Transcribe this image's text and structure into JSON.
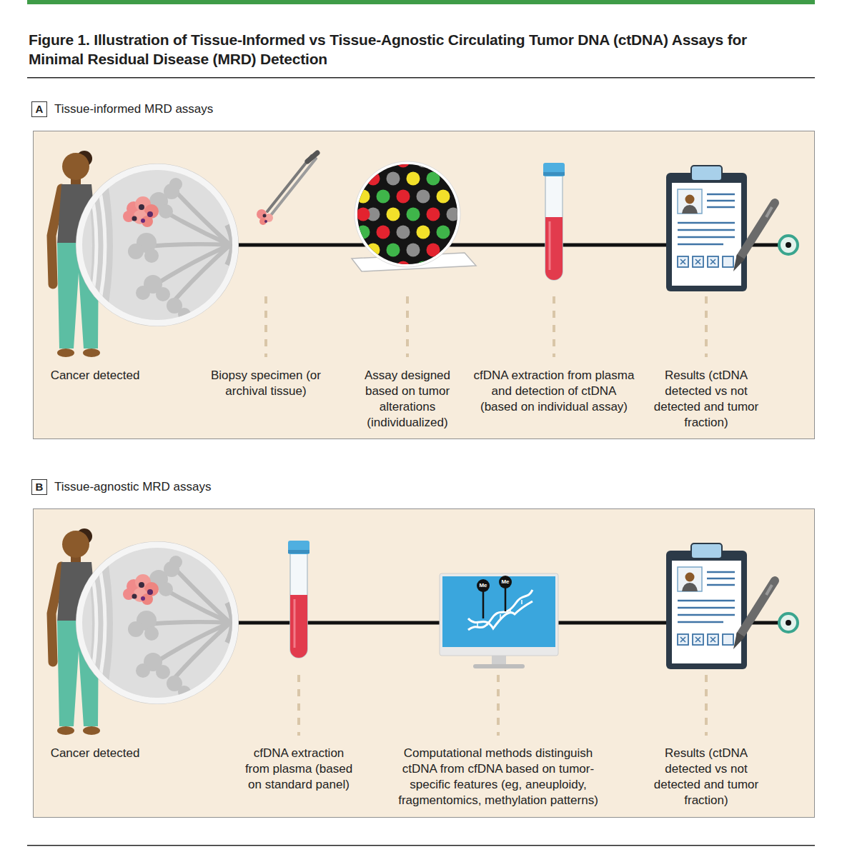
{
  "diagram": {
    "title": "Figure 1. Illustration of Tissue-Informed vs Tissue-Agnostic Circulating Tumor DNA (ctDNA) Assays for Minimal Residual Disease (MRD) Detection",
    "nodes": [
      {
        "text": [
          "A",
          "Tissue-informed MRD assays"
        ]
      },
      {
        "text": [
          "B",
          "Tissue-agnostic MRD assays"
        ]
      }
    ],
    "labels": [
      "Cancer detected",
      "Biopsy specimen (or archival tissue)",
      "Assay designed based on tumor alterations (individualized)",
      "cfDNA extraction from plasma and detection of ctDNA (based on individual assay)",
      "Results (ctDNA detected vs not detected and tumor fraction)",
      "Cancer detected",
      "cfDNA extraction from plasma (based on standard panel)",
      "Computational methods distinguish ctDNA from cfDNA based on tumor-specific features (eg, aneuploidy, fragmentomics, methylation patterns)",
      "Results (ctDNA detected vs not detected and tumor fraction)",
      "Me",
      "Me"
    ]
  }
}
